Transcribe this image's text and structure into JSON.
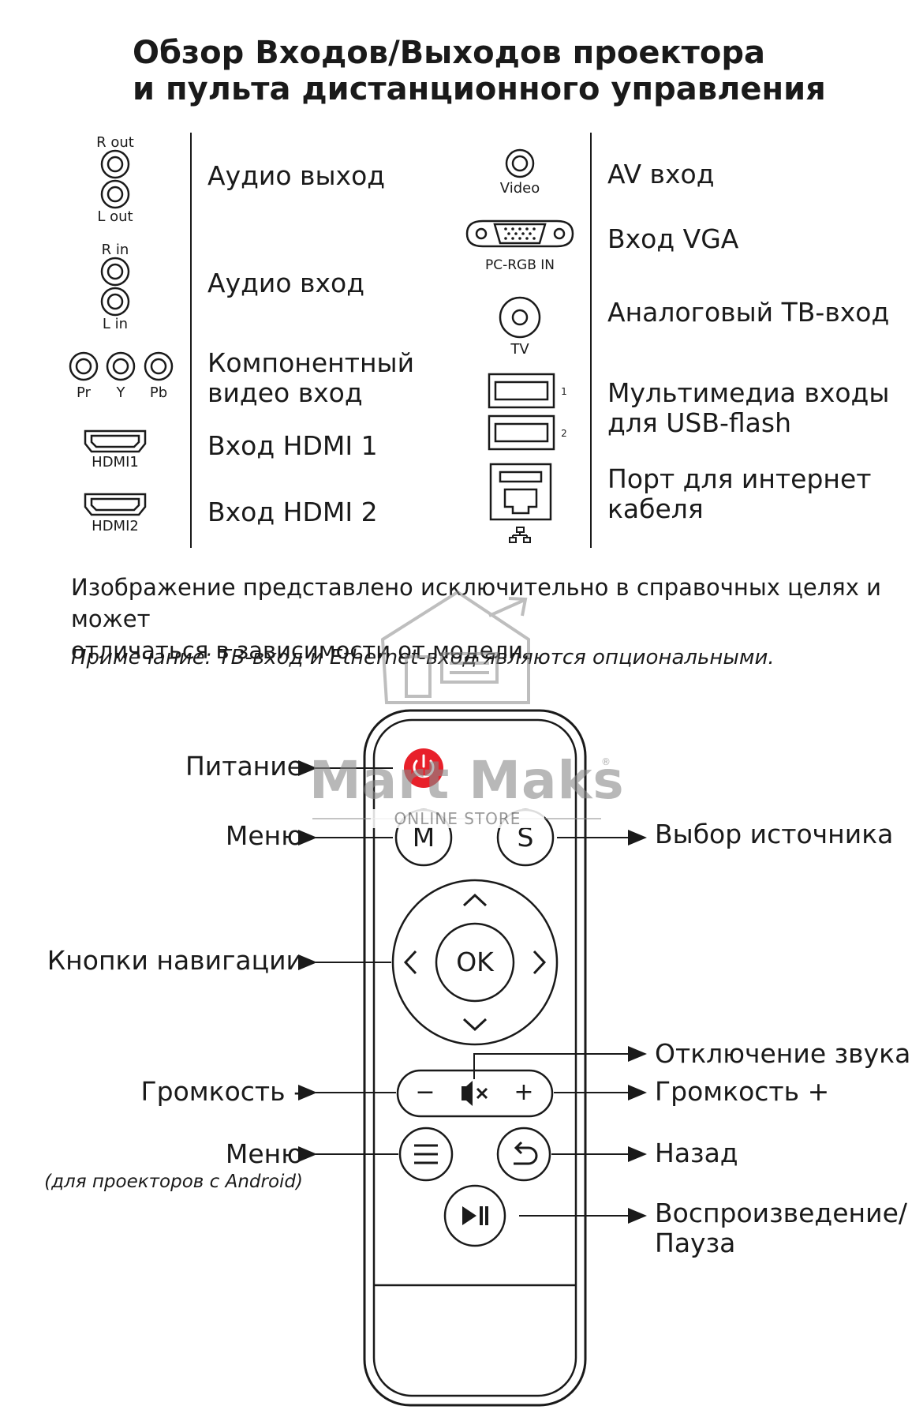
{
  "title": {
    "line1": "Обзор Входов/Выходов проектора",
    "line2": "и пульта дистанционного управления"
  },
  "left_ports": {
    "r_out": "R out",
    "l_out": "L out",
    "audio_out": "Аудио выход",
    "r_in": "R in",
    "l_in": "L in",
    "audio_in": "Аудио вход",
    "pr": "Pr",
    "y": "Y",
    "pb": "Pb",
    "component_line1": "Компонентный",
    "component_line2": "видео вход",
    "hdmi1_tag": "HDMI1",
    "hdmi1": "Вход HDMI 1",
    "hdmi2_tag": "HDMI2",
    "hdmi2": "Вход HDMI 2"
  },
  "right_ports": {
    "video_tag": "Video",
    "av_in": "AV вход",
    "vga_tag": "PC-RGB IN",
    "vga_in": "Вход VGA",
    "tv_tag": "TV",
    "tv_in": "Аналоговый ТВ-вход",
    "usb1_tag": "1",
    "usb2_tag": "2",
    "usb_line1": "Мультимедиа входы",
    "usb_line2": "для USB-flash",
    "lan_line1": "Порт для интернет",
    "lan_line2": "кабеля"
  },
  "disclaimer": {
    "line1": "Изображение представлено исключительно в справочных целях и может",
    "line2": "отличаться в зависимости от модели.",
    "note": "Примечание: ТВ-вход и Ethernet-вход являются опциональными."
  },
  "watermark": {
    "brand": "Mart Maks",
    "sub": "ONLINE STORE",
    "reg": "®"
  },
  "remote": {
    "btn_m": "M",
    "btn_s": "S",
    "btn_ok": "OK",
    "btn_minus": "−",
    "btn_plus": "+",
    "labels": {
      "power": "Питание",
      "menu": "Меню",
      "source": "Выбор источника",
      "navigation": "Кнопки навигации",
      "mute": "Отключение звука",
      "vol_down": "Громкость -",
      "vol_up": "Громкость +",
      "menu_android": "Меню",
      "menu_android_note": "(для проекторов с Android)",
      "back": "Назад",
      "play_line1": "Воспроизведение/",
      "play_line2": "Пауза"
    }
  },
  "colors": {
    "power_red": "#e8202a",
    "line": "#1a1a1a",
    "watermark": "#8a8a8a"
  }
}
